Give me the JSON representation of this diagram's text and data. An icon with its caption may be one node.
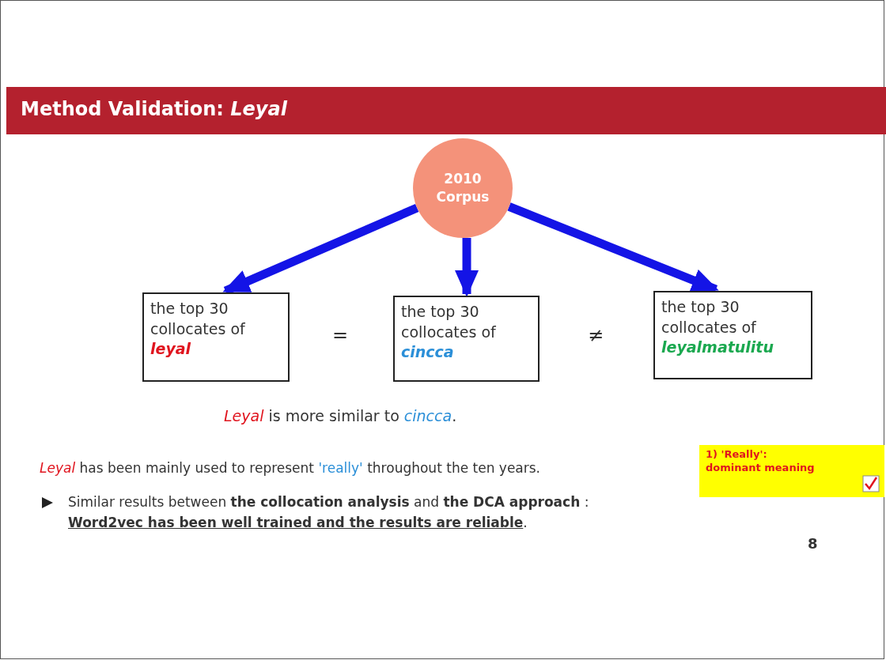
{
  "diagram": {
    "title": "Method Validation: *Leyal*",
    "nodes": [
      {
        "text": [
          "2010 Corpus"
        ]
      },
      {
        "text": [
          "the top 30 collocates of",
          "leyal"
        ]
      },
      {
        "text": [
          "the top 30 collocates of",
          "cincca"
        ]
      },
      {
        "text": [
          "the top 30 collocates of",
          "leyalmatulitu"
        ]
      },
      {
        "text": [
          "1) 'Really': dominant meaning"
        ]
      }
    ],
    "edges": [
      {
        "from": 0,
        "to": 1,
        "arrow": "to"
      },
      {
        "from": 0,
        "to": 2,
        "arrow": "to"
      },
      {
        "from": 0,
        "to": 3,
        "arrow": "to"
      }
    ],
    "labels": [
      "=",
      "≠",
      "*Leyal* is more similar to *cincca*.",
      "*Leyal* has been mainly used to represent *'really'* throughout the ten years.",
      "Similar results between **the collocation analysis** and **the DCA approach** : **Word2vec has been well trained and the results are reliable**.",
      "8"
    ]
  }
}
